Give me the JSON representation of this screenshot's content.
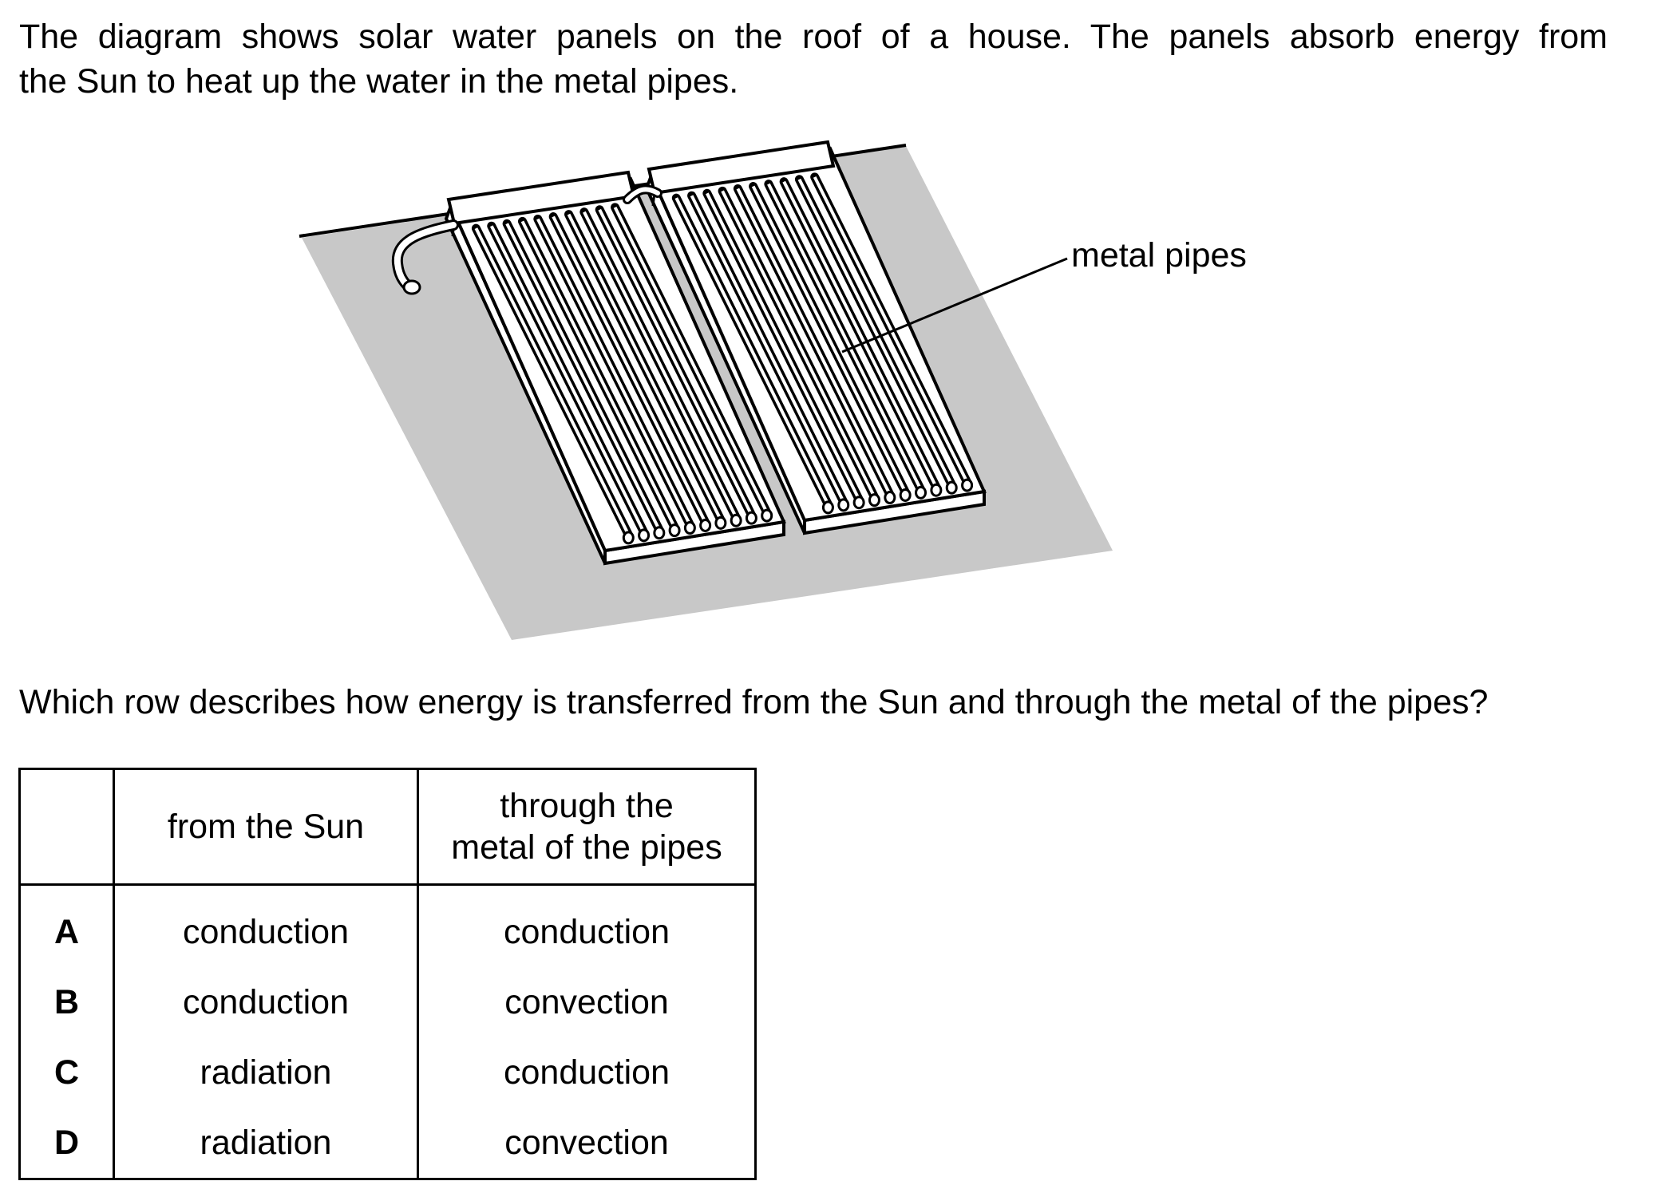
{
  "intro": {
    "line1": "The diagram shows solar water panels on the roof of a house. The panels absorb energy from",
    "line2": "the Sun to heat up the water in the metal pipes."
  },
  "diagram": {
    "label": "metal pipes",
    "roof_color": "#c8c8c8"
  },
  "question": "Which row describes how energy is transferred from the Sun and through the metal of the pipes?",
  "table": {
    "headers": {
      "letter": "",
      "sun": "from the Sun",
      "pipes_line1": "through the",
      "pipes_line2": "metal of the pipes"
    },
    "rows": [
      {
        "letter": "A",
        "sun": "conduction",
        "pipes": "conduction"
      },
      {
        "letter": "B",
        "sun": "conduction",
        "pipes": "convection"
      },
      {
        "letter": "C",
        "sun": "radiation",
        "pipes": "conduction"
      },
      {
        "letter": "D",
        "sun": "radiation",
        "pipes": "convection"
      }
    ]
  }
}
